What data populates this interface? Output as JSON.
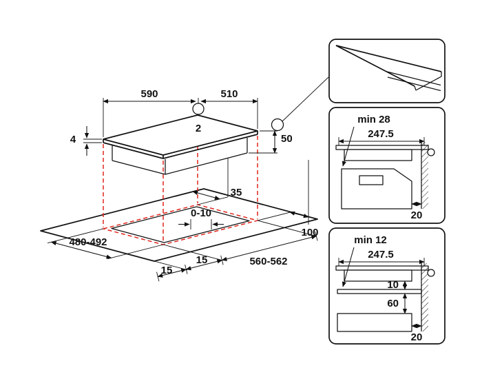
{
  "main": {
    "hob_width": "590",
    "hob_depth": "510",
    "cable_marker": "2",
    "glass_thickness": "4",
    "hob_height": "50",
    "rear_edge_distance": "35",
    "edge_gap": "0-10",
    "cutout_depth": "480-492",
    "cutout_width": "560-562",
    "clearance_left": "15",
    "clearance_front": "15",
    "rear_clearance": "100"
  },
  "oven_panel": {
    "min_clearance": "min 28",
    "center_distance": "247.5",
    "wall_gap": "20"
  },
  "drawer_panel": {
    "min_clearance": "min 12",
    "center_distance": "247.5",
    "top_gap": "10",
    "bottom_gap": "60",
    "wall_gap": "20"
  },
  "colors": {
    "line": "#111111",
    "projection_red": "#e0251c"
  }
}
